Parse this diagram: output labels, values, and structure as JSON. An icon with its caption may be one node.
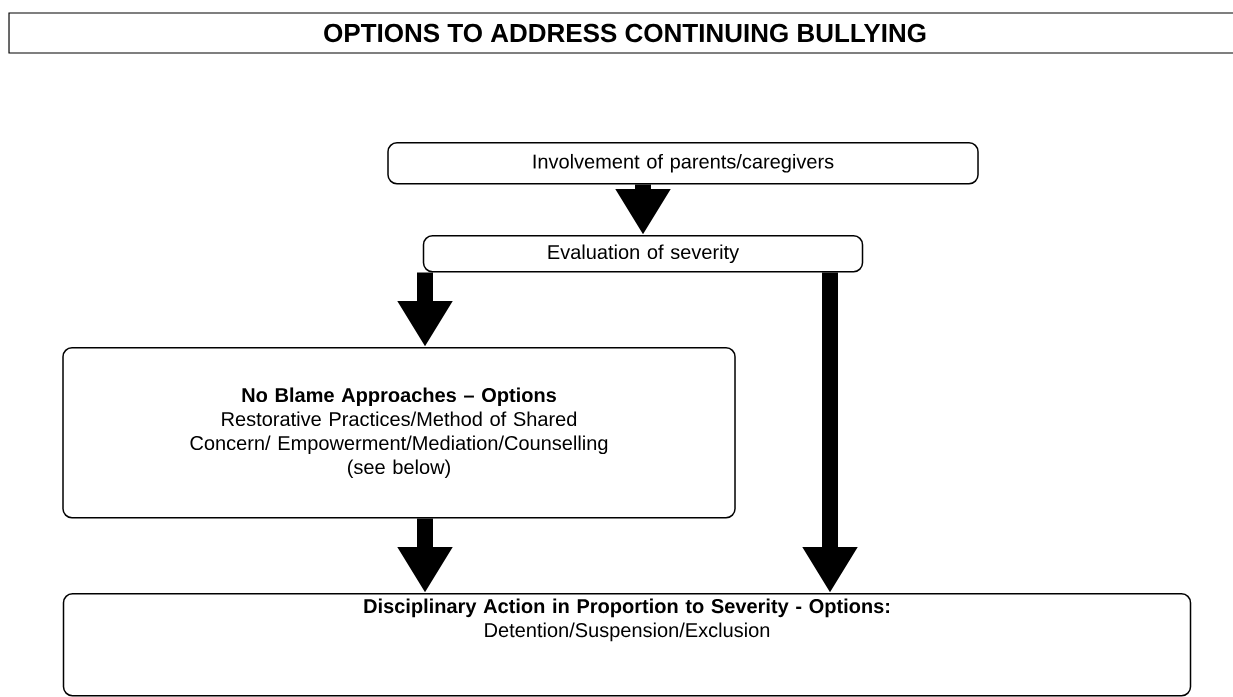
{
  "diagram": {
    "title": "OPTIONS TO ADDRESS CONTINUING BULLYING",
    "nodes": [
      {
        "text": [
          "Involvement of parents/caregivers"
        ]
      },
      {
        "text": [
          "Evaluation of severity"
        ]
      },
      {
        "text": [
          "No Blame Approaches – Options",
          "Restorative Practices/Method of Shared Concern/ Empowerment/Mediation/Counselling",
          "(see below)"
        ]
      },
      {
        "text": [
          "Disciplinary Action in Proportion to Severity - Options:",
          "Detention/Suspension/Exclusion"
        ]
      }
    ],
    "edges": [
      {
        "from": 0,
        "to": 1,
        "arrow": "to"
      },
      {
        "from": 1,
        "to": 2,
        "arrow": "to"
      },
      {
        "from": 1,
        "to": 3,
        "arrow": "to"
      },
      {
        "from": 2,
        "to": 3,
        "arrow": "to"
      }
    ]
  }
}
